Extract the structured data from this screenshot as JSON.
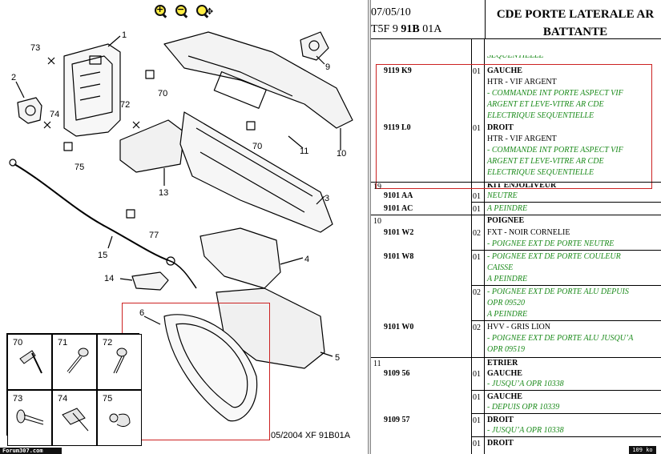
{
  "toolbar": {
    "zoom_in_symbol": "+",
    "zoom_out_symbol": "−",
    "zoom_fit_symbol": "✥"
  },
  "diagram": {
    "part_numbers": [
      "1",
      "2",
      "3",
      "4",
      "5",
      "6",
      "9",
      "10",
      "11",
      "13",
      "14",
      "15",
      "70",
      "70",
      "72",
      "73",
      "74",
      "75",
      "77"
    ],
    "callouts": {
      "p1": "1",
      "p2": "2",
      "p3": "3",
      "p4": "4",
      "p5": "5",
      "p6": "6",
      "p9": "9",
      "p10": "10",
      "p11": "11",
      "p13": "13",
      "p14": "14",
      "p15": "15",
      "p70a": "70",
      "p70b": "70",
      "p72": "72",
      "p73": "73",
      "p74": "74",
      "p75": "75",
      "p77": "77"
    },
    "fasteners": [
      "70",
      "71",
      "72",
      "73",
      "74",
      "75",
      "77"
    ],
    "reference": "05/2004   XF 91B01A",
    "watermark": "Forum307.com"
  },
  "header": {
    "date": "07/05/10",
    "code_prefix": "T5F 9 ",
    "code_bold": "91B",
    "code_suffix": " 01A",
    "title_line1": "CDE PORTE LATERALE AR",
    "title_line2": "BATTANTE"
  },
  "parts": {
    "top_cut": "SEQUENTIELLE",
    "k9": {
      "ref": "9119 K9",
      "qty": "01",
      "side": "GAUCHE",
      "finish": "HTR - VIF ARGENT",
      "desc1": "- COMMANDE INT PORTE ASPECT VIF",
      "desc2": "ARGENT ET LEVE-VITRE AR CDE",
      "desc3": "ELECTRIQUE SEQUENTIELLE"
    },
    "l0": {
      "ref": "9119 L0",
      "qty": "01",
      "side": "DROIT",
      "finish": "HTR - VIF ARGENT",
      "desc1": "- COMMANDE INT PORTE ASPECT VIF",
      "desc2": "ARGENT ET LEVE-VITRE AR CDE",
      "desc3": "ELECTRIQUE SEQUENTIELLE"
    },
    "g19": {
      "num": "19",
      "name": "KIT ENJOLIVEUR"
    },
    "aa": {
      "ref": "9101 AA",
      "qty": "01",
      "name": "NEUTRE"
    },
    "ac": {
      "ref": "9101 AC",
      "qty": "01",
      "name": "A PEINDRE"
    },
    "g10": {
      "num": "10",
      "name": "POIGNEE"
    },
    "w2": {
      "ref": "9101 W2",
      "qty": "02",
      "finish": "FXT - NOIR CORNELIE",
      "desc": "- POIGNEE EXT DE PORTE NEUTRE"
    },
    "w8": {
      "ref": "9101 W8",
      "qty": "01",
      "desc1": "- POIGNEE EXT DE PORTE COULEUR",
      "desc2": "CAISSE",
      "note": "A PEINDRE",
      "qty2": "02",
      "desc3": "- POIGNEE EXT DE PORTE ALU DEPUIS",
      "desc4": "OPR 09520",
      "note2": "A PEINDRE"
    },
    "w0": {
      "ref": "9101 W0",
      "qty": "02",
      "finish": "HVV - GRIS LION",
      "desc1": "- POIGNEE EXT DE PORTE ALU JUSQU’A",
      "desc2": "OPR 09519"
    },
    "g11": {
      "num": "11",
      "name": "ETRIER"
    },
    "e56": {
      "ref": "9109 56",
      "qty": "01",
      "side": "GAUCHE",
      "desc": "- JUSQU’A OPR 10338",
      "qty2": "01",
      "side2": "GAUCHE",
      "desc2": "- DEPUIS OPR 10339"
    },
    "e57": {
      "ref": "9109 57",
      "qty": "01",
      "side": "DROIT",
      "desc": "- JUSQU’A OPR 10338",
      "qty2": "01",
      "side2": "DROIT"
    }
  },
  "status": {
    "size": "109 ko"
  },
  "colors": {
    "highlight": "#cc2222",
    "note_green": "#1a8a1a"
  }
}
